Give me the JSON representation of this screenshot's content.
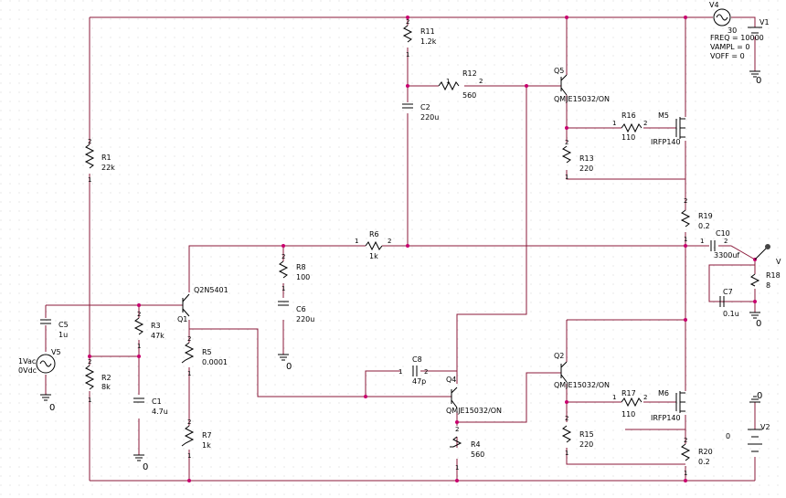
{
  "colors": {
    "wire": "#8b1a3a",
    "component": "#000000",
    "node": "#c8006e",
    "background": "#ffffff"
  },
  "components": {
    "r1": {
      "ref": "R1",
      "value": "22k"
    },
    "r2": {
      "ref": "R2",
      "value": "8k"
    },
    "r3": {
      "ref": "R3",
      "value": "47k"
    },
    "r4": {
      "ref": "R4",
      "value": "560"
    },
    "r5": {
      "ref": "R5",
      "value": "0.0001"
    },
    "r6": {
      "ref": "R6",
      "value": "1k"
    },
    "r7": {
      "ref": "R7",
      "value": "1k"
    },
    "r8": {
      "ref": "R8",
      "value": "100"
    },
    "r11": {
      "ref": "R11",
      "value": "1.2k"
    },
    "r12": {
      "ref": "R12",
      "value": "560"
    },
    "r13": {
      "ref": "R13",
      "value": "220"
    },
    "r15": {
      "ref": "R15",
      "value": "220"
    },
    "r16": {
      "ref": "R16",
      "value": "110"
    },
    "r17": {
      "ref": "R17",
      "value": "110"
    },
    "r18": {
      "ref": "R18",
      "value": "8"
    },
    "r19": {
      "ref": "R19",
      "value": "0.2"
    },
    "r20": {
      "ref": "R20",
      "value": "0.2"
    },
    "c1": {
      "ref": "C1",
      "value": "4.7u"
    },
    "c2": {
      "ref": "C2",
      "value": "220u"
    },
    "c5": {
      "ref": "C5",
      "value": "1u"
    },
    "c6": {
      "ref": "C6",
      "value": "220u"
    },
    "c7": {
      "ref": "C7",
      "value": "0.1u"
    },
    "c8": {
      "ref": "C8",
      "value": "47p"
    },
    "c10": {
      "ref": "C10",
      "value": "3300uf"
    },
    "q1": {
      "ref": "Q1",
      "model": "Q2N5401"
    },
    "q2": {
      "ref": "Q2",
      "model": "QMJE15032/ON"
    },
    "q4": {
      "ref": "Q4",
      "model": "QMJE15032/ON"
    },
    "q5": {
      "ref": "Q5",
      "model": "QMJE15032/ON"
    },
    "m5": {
      "ref": "M5",
      "model": "IRFP140"
    },
    "m6": {
      "ref": "M6",
      "model": "IRFP140"
    },
    "v1": {
      "ref": "V1"
    },
    "v2": {
      "ref": "V2",
      "value": "0"
    },
    "v4": {
      "ref": "V4",
      "value": "30",
      "freq": "FREQ = 10000",
      "vampl": "VAMPL = 0",
      "voff": "VOFF = 0"
    },
    "v5": {
      "ref": "V5",
      "ac": "1Vac",
      "dc": "0Vdc"
    }
  },
  "pins": {
    "one": "1",
    "two": "2"
  },
  "ground": "0",
  "probe_label": "V"
}
